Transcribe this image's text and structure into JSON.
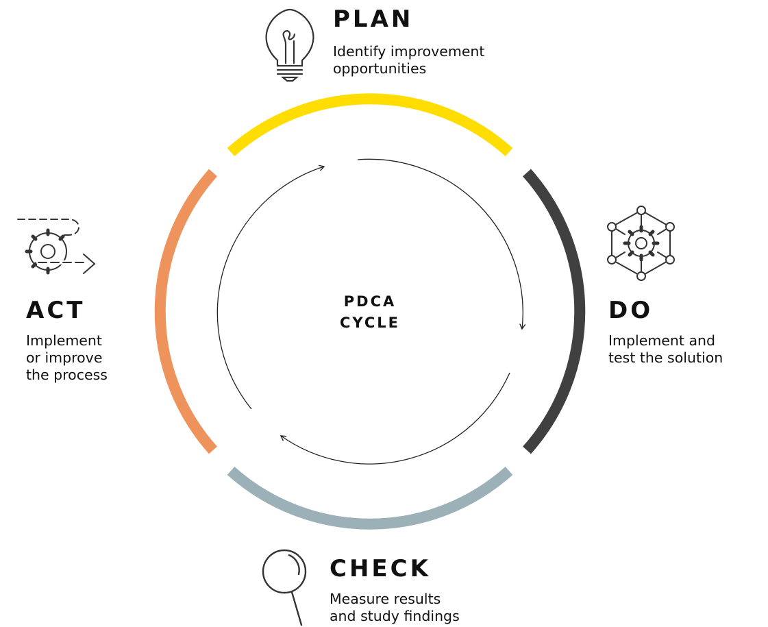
{
  "center": {
    "line1": "PDCA",
    "line2": "CYCLE"
  },
  "phases": {
    "plan": {
      "title": "PLAN",
      "desc": [
        "Identify improvement",
        "opportunities"
      ],
      "color": "#FFDD00",
      "icon": "lightbulb-icon"
    },
    "do": {
      "title": "DO",
      "desc": [
        "Implement and",
        "test the solution"
      ],
      "color": "#404040",
      "icon": "network-gear-icon"
    },
    "check": {
      "title": "CHECK",
      "desc": [
        "Measure results",
        "and study findings"
      ],
      "color": "#9BB0B7",
      "icon": "magnifier-icon"
    },
    "act": {
      "title": "ACT",
      "desc": [
        "Implement",
        "or improve",
        "the process"
      ],
      "color": "#EE935C",
      "icon": "gear-dashed-arrow-icon"
    }
  }
}
